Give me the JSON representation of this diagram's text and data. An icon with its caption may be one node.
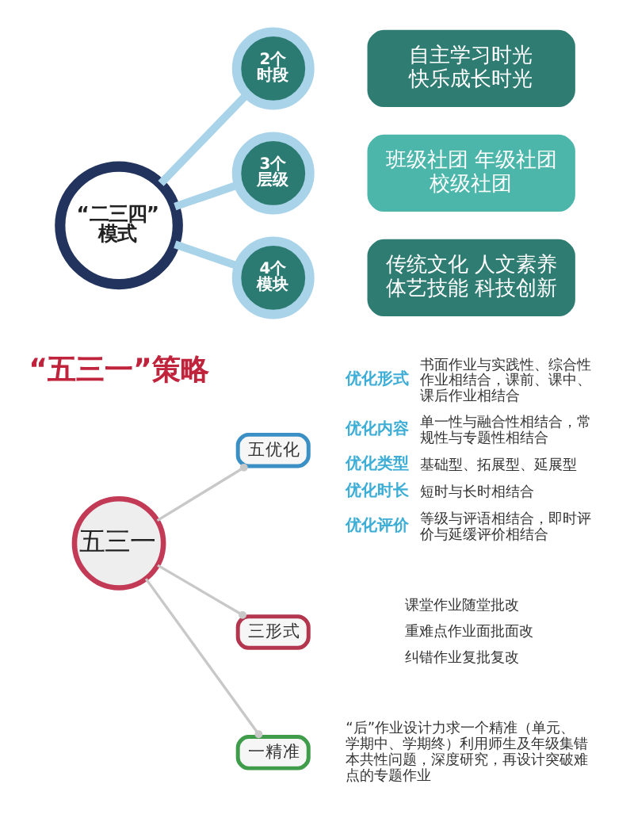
{
  "diagram": {
    "nodes": [
      {
        "text": [
          "“二三四”模式"
        ]
      },
      {
        "text": [
          "2个时段"
        ]
      },
      {
        "text": [
          "自主学习时光",
          "快乐成长时光"
        ]
      },
      {
        "text": [
          "3个层级"
        ]
      },
      {
        "text": [
          "班级社团 年级社团",
          "校级社团"
        ]
      },
      {
        "text": [
          "4个模块"
        ]
      },
      {
        "text": [
          "传统文化 人文素养",
          "体艺技能 科技创新"
        ]
      },
      {
        "text": [
          "五三一"
        ]
      },
      {
        "text": [
          "五优化"
        ],
        "beside": [
          "优化形式",
          "书面作业与实践性、综合性作业相结合，课前、课中、课后作业相结合",
          "优化内容",
          "单一性与融合性相结合，常规性与专题性相结合",
          "优化类型",
          "基础型、拓展型、延展型",
          "优化时长",
          "短时与长时相结合",
          "优化评价",
          "等级与评语相结合，即时评价与延缓评价相结合"
        ]
      },
      {
        "text": [
          "三形式"
        ],
        "beside": [
          "课堂作业随堂批改",
          "重难点作业面批面改",
          "纠错作业复批复改"
        ]
      },
      {
        "text": [
          "一精准"
        ],
        "beside": [
          "“后”作业设计力求一个精准（单元、学期中、学期终）利用师生及年级集错本共性问题，深度研究，再设计突破难点的专题作业"
        ]
      }
    ],
    "edges": [
      {
        "from": 0,
        "to": 1,
        "arrow": "none",
        "style": "thick"
      },
      {
        "from": 0,
        "to": 3,
        "arrow": "none",
        "style": "thick"
      },
      {
        "from": 0,
        "to": 5,
        "arrow": "none",
        "style": "thick"
      },
      {
        "from": 7,
        "to": 8,
        "arrow": "other",
        "color": "#c8c8c8"
      },
      {
        "from": 7,
        "to": 9,
        "arrow": "other",
        "color": "#c8c8c8"
      },
      {
        "from": 7,
        "to": 10,
        "arrow": "other",
        "color": "#c8c8c8"
      }
    ],
    "labels": [
      "“五三一”策略"
    ]
  }
}
